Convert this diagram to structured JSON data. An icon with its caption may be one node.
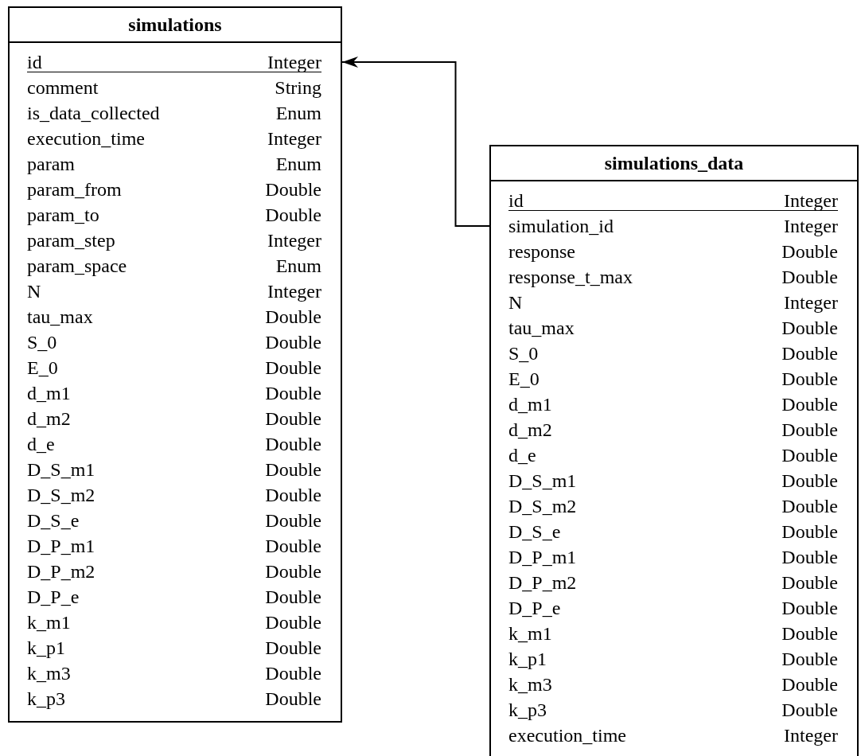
{
  "diagram": {
    "nodes": [
      {
        "text": [
          "simulations"
        ]
      },
      {
        "text": [
          "id",
          "Integer"
        ],
        "in": 0
      },
      {
        "text": [
          "comment",
          "String"
        ],
        "in": 0
      },
      {
        "text": [
          "is_data_collected",
          "Enum"
        ],
        "in": 0
      },
      {
        "text": [
          "execution_time",
          "Integer"
        ],
        "in": 0
      },
      {
        "text": [
          "param",
          "Enum"
        ],
        "in": 0
      },
      {
        "text": [
          "param_from",
          "Double"
        ],
        "in": 0
      },
      {
        "text": [
          "param_to",
          "Double"
        ],
        "in": 0
      },
      {
        "text": [
          "param_step",
          "Integer"
        ],
        "in": 0
      },
      {
        "text": [
          "param_space",
          "Enum"
        ],
        "in": 0
      },
      {
        "text": [
          "N",
          "Integer"
        ],
        "in": 0
      },
      {
        "text": [
          "tau_max",
          "Double"
        ],
        "in": 0
      },
      {
        "text": [
          "S_0",
          "Double"
        ],
        "in": 0
      },
      {
        "text": [
          "E_0",
          "Double"
        ],
        "in": 0
      },
      {
        "text": [
          "d_m1",
          "Double"
        ],
        "in": 0
      },
      {
        "text": [
          "d_m2",
          "Double"
        ],
        "in": 0
      },
      {
        "text": [
          "d_e",
          "Double"
        ],
        "in": 0
      },
      {
        "text": [
          "D_S_m1",
          "Double"
        ],
        "in": 0
      },
      {
        "text": [
          "D_S_m2",
          "Double"
        ],
        "in": 0
      },
      {
        "text": [
          "D_S_e",
          "Double"
        ],
        "in": 0
      },
      {
        "text": [
          "D_P_m1",
          "Double"
        ],
        "in": 0
      },
      {
        "text": [
          "D_P_m2",
          "Double"
        ],
        "in": 0
      },
      {
        "text": [
          "D_P_e",
          "Double"
        ],
        "in": 0
      },
      {
        "text": [
          "k_m1",
          "Double"
        ],
        "in": 0
      },
      {
        "text": [
          "k_p1",
          "Double"
        ],
        "in": 0
      },
      {
        "text": [
          "k_m3",
          "Double"
        ],
        "in": 0
      },
      {
        "text": [
          "k_p3",
          "Double"
        ],
        "in": 0
      },
      {
        "text": [
          "simulations_data"
        ]
      },
      {
        "text": [
          "id",
          "Integer"
        ],
        "in": 27
      },
      {
        "text": [
          "simulation_id",
          "Integer"
        ],
        "in": 27
      },
      {
        "text": [
          "response",
          "Double"
        ],
        "in": 27
      },
      {
        "text": [
          "response_t_max",
          "Double"
        ],
        "in": 27
      },
      {
        "text": [
          "N",
          "Integer"
        ],
        "in": 27
      },
      {
        "text": [
          "tau_max",
          "Double"
        ],
        "in": 27
      },
      {
        "text": [
          "S_0",
          "Double"
        ],
        "in": 27
      },
      {
        "text": [
          "E_0",
          "Double"
        ],
        "in": 27
      },
      {
        "text": [
          "d_m1",
          "Double"
        ],
        "in": 27
      },
      {
        "text": [
          "d_m2",
          "Double"
        ],
        "in": 27
      },
      {
        "text": [
          "d_e",
          "Double"
        ],
        "in": 27
      },
      {
        "text": [
          "D_S_m1",
          "Double"
        ],
        "in": 27
      },
      {
        "text": [
          "D_S_m2",
          "Double"
        ],
        "in": 27
      },
      {
        "text": [
          "D_S_e",
          "Double"
        ],
        "in": 27
      },
      {
        "text": [
          "D_P_m1",
          "Double"
        ],
        "in": 27
      },
      {
        "text": [
          "D_P_m2",
          "Double"
        ],
        "in": 27
      },
      {
        "text": [
          "D_P_e",
          "Double"
        ],
        "in": 27
      },
      {
        "text": [
          "k_m1",
          "Double"
        ],
        "in": 27
      },
      {
        "text": [
          "k_p1",
          "Double"
        ],
        "in": 27
      },
      {
        "text": [
          "k_m3",
          "Double"
        ],
        "in": 27
      },
      {
        "text": [
          "k_p3",
          "Double"
        ],
        "in": 27
      },
      {
        "text": [
          "execution_time",
          "Integer"
        ],
        "in": 27
      }
    ],
    "edges": [
      {
        "from": 29,
        "to": 1,
        "arrow": "to"
      }
    ]
  }
}
